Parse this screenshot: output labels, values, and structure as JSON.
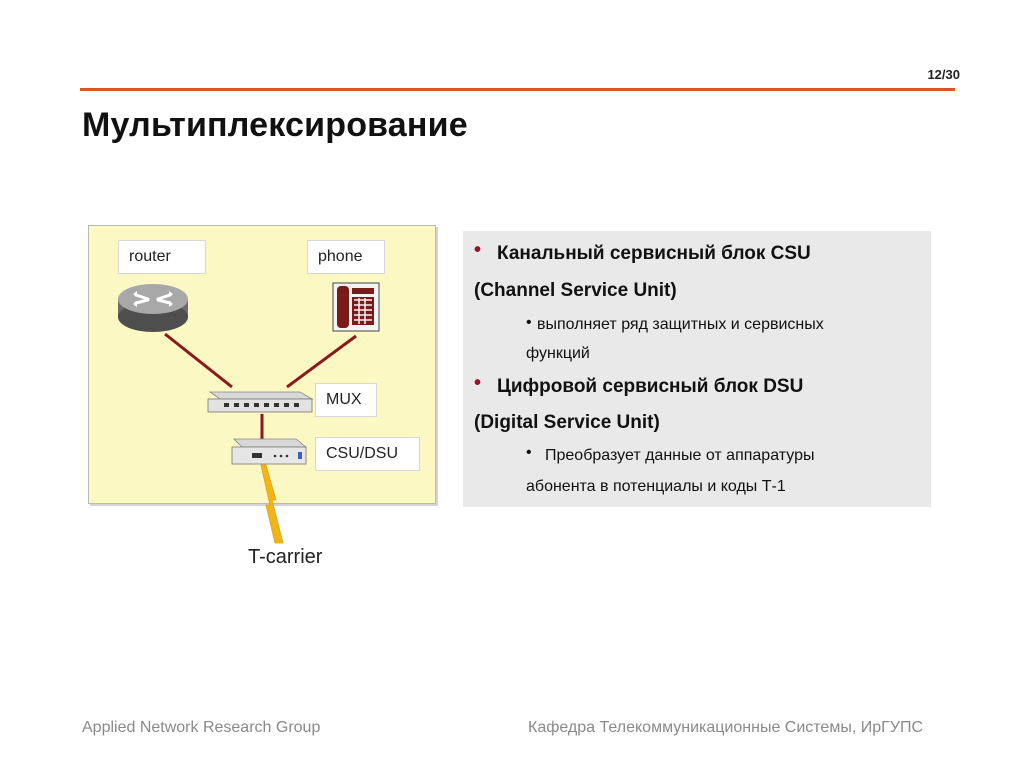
{
  "header": {
    "page_number": "12/30",
    "accent_color": "#d8542a"
  },
  "title": "Мультиплексирование",
  "diagram": {
    "labels": {
      "router": "router",
      "phone": "phone",
      "mux": "MUX",
      "csu_dsu": "CSU/DSU",
      "t_carrier": "T-carrier"
    },
    "panel_color": "#fbf8c4",
    "link_color": "#8b1a1a",
    "signal_color": "#f2b418"
  },
  "content": {
    "items": [
      {
        "line1": "Канальный сервисный блок  CSU",
        "line2": "(Channel Service Unit)"
      },
      {
        "line1": "выполняет ряд защитных и     сервисных",
        "line2": "функций"
      },
      {
        "line1": "Цифровой сервисный блок DSU",
        "line2": "(Digital Service Unit)"
      },
      {
        "line1": "Преобразует данные от аппаратуры",
        "line2": "абонента в потенциалы и коды Т-1"
      }
    ],
    "bullet_color": "#9b1020"
  },
  "footer": {
    "left": "Applied Network Research Group",
    "right": "Кафедра Телекоммуникационные Системы, ИрГУПС"
  }
}
